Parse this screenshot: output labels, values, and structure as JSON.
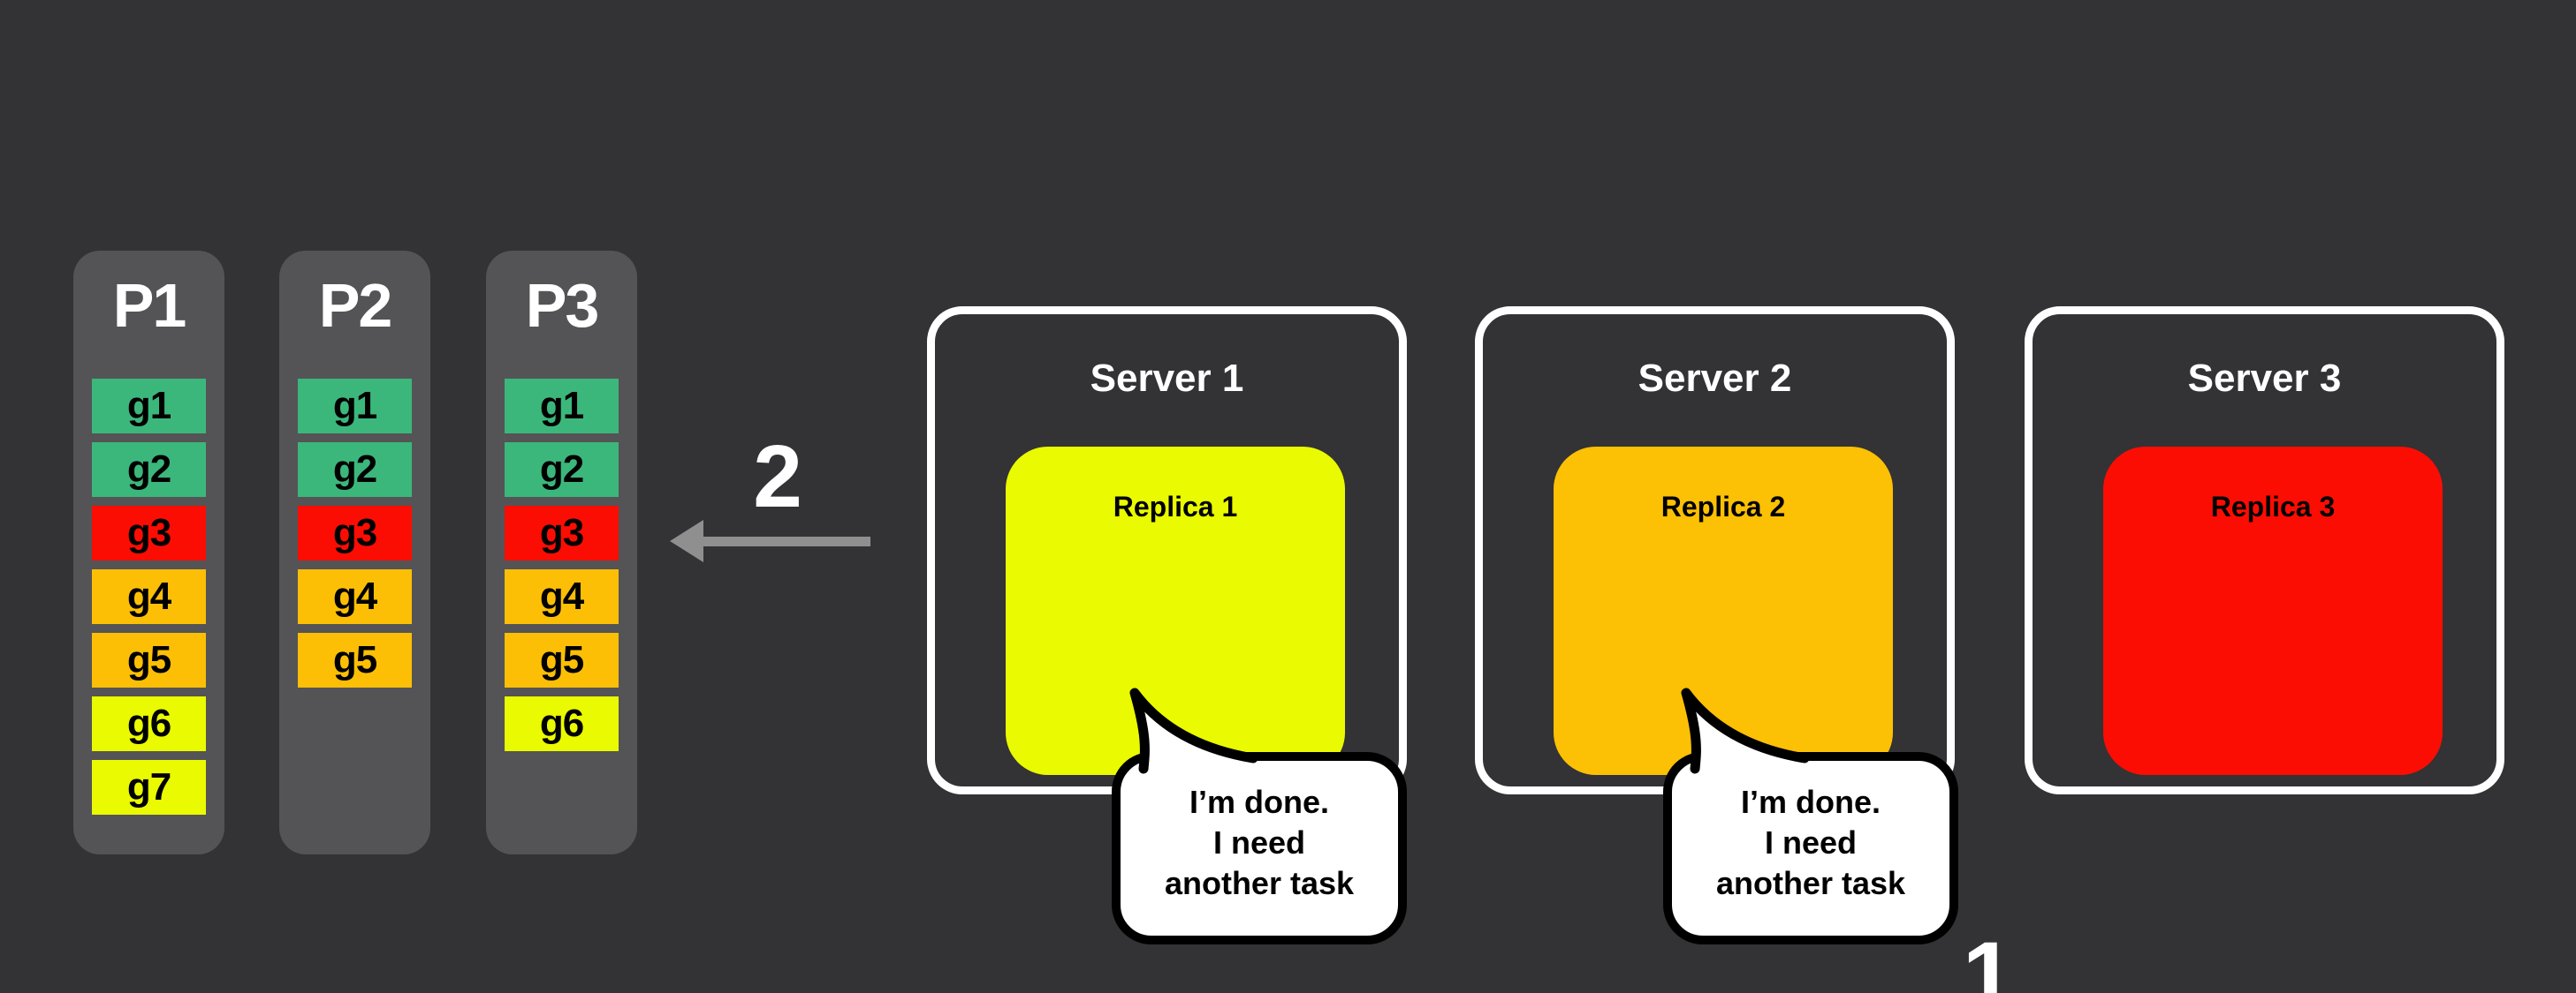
{
  "colors": {
    "page_bg": "#333235",
    "partition_bg": "#545456",
    "task_green": "#3cb77c",
    "task_red": "#fb0d04",
    "task_orange": "#fcbf06",
    "replica1_yellow": "#eafa00",
    "replica2_orange": "#fcc005",
    "replica3_red": "#fb0d04",
    "arrow_gray": "#8f8f8f",
    "bubble_bg": "#ffffff",
    "bubble_border": "#000000",
    "text_light": "#ffffff",
    "text_dark": "#000000"
  },
  "partitions": [
    {
      "label": "P1",
      "tasks": [
        {
          "id": "g1",
          "color": "#3cb77c"
        },
        {
          "id": "g2",
          "color": "#3cb77c"
        },
        {
          "id": "g3",
          "color": "#fb0d04"
        },
        {
          "id": "g4",
          "color": "#fcbf06"
        },
        {
          "id": "g5",
          "color": "#fcbf06"
        },
        {
          "id": "g6",
          "color": "#eafa00"
        },
        {
          "id": "g7",
          "color": "#eafa00"
        }
      ]
    },
    {
      "label": "P2",
      "tasks": [
        {
          "id": "g1",
          "color": "#3cb77c"
        },
        {
          "id": "g2",
          "color": "#3cb77c"
        },
        {
          "id": "g3",
          "color": "#fb0d04"
        },
        {
          "id": "g4",
          "color": "#fcbf06"
        },
        {
          "id": "g5",
          "color": "#fcbf06"
        }
      ]
    },
    {
      "label": "P3",
      "tasks": [
        {
          "id": "g1",
          "color": "#3cb77c"
        },
        {
          "id": "g2",
          "color": "#3cb77c"
        },
        {
          "id": "g3",
          "color": "#fb0d04"
        },
        {
          "id": "g4",
          "color": "#fcbf06"
        },
        {
          "id": "g5",
          "color": "#fcbf06"
        },
        {
          "id": "g6",
          "color": "#eafa00"
        }
      ]
    }
  ],
  "servers": [
    {
      "title": "Server 1",
      "replica": {
        "label": "Replica 1",
        "color": "#eafa00"
      },
      "bubble": {
        "line1": "I’m done.",
        "line2": "I need",
        "line3": "another task"
      }
    },
    {
      "title": "Server 2",
      "replica": {
        "label": "Replica 2",
        "color": "#fcc005"
      },
      "bubble": {
        "line1": "I’m done.",
        "line2": "I need",
        "line3": "another task"
      }
    },
    {
      "title": "Server 3",
      "replica": {
        "label": "Replica 3",
        "color": "#fb0d04"
      }
    }
  ],
  "annotations": {
    "step_2": "2",
    "step_1": "1"
  }
}
